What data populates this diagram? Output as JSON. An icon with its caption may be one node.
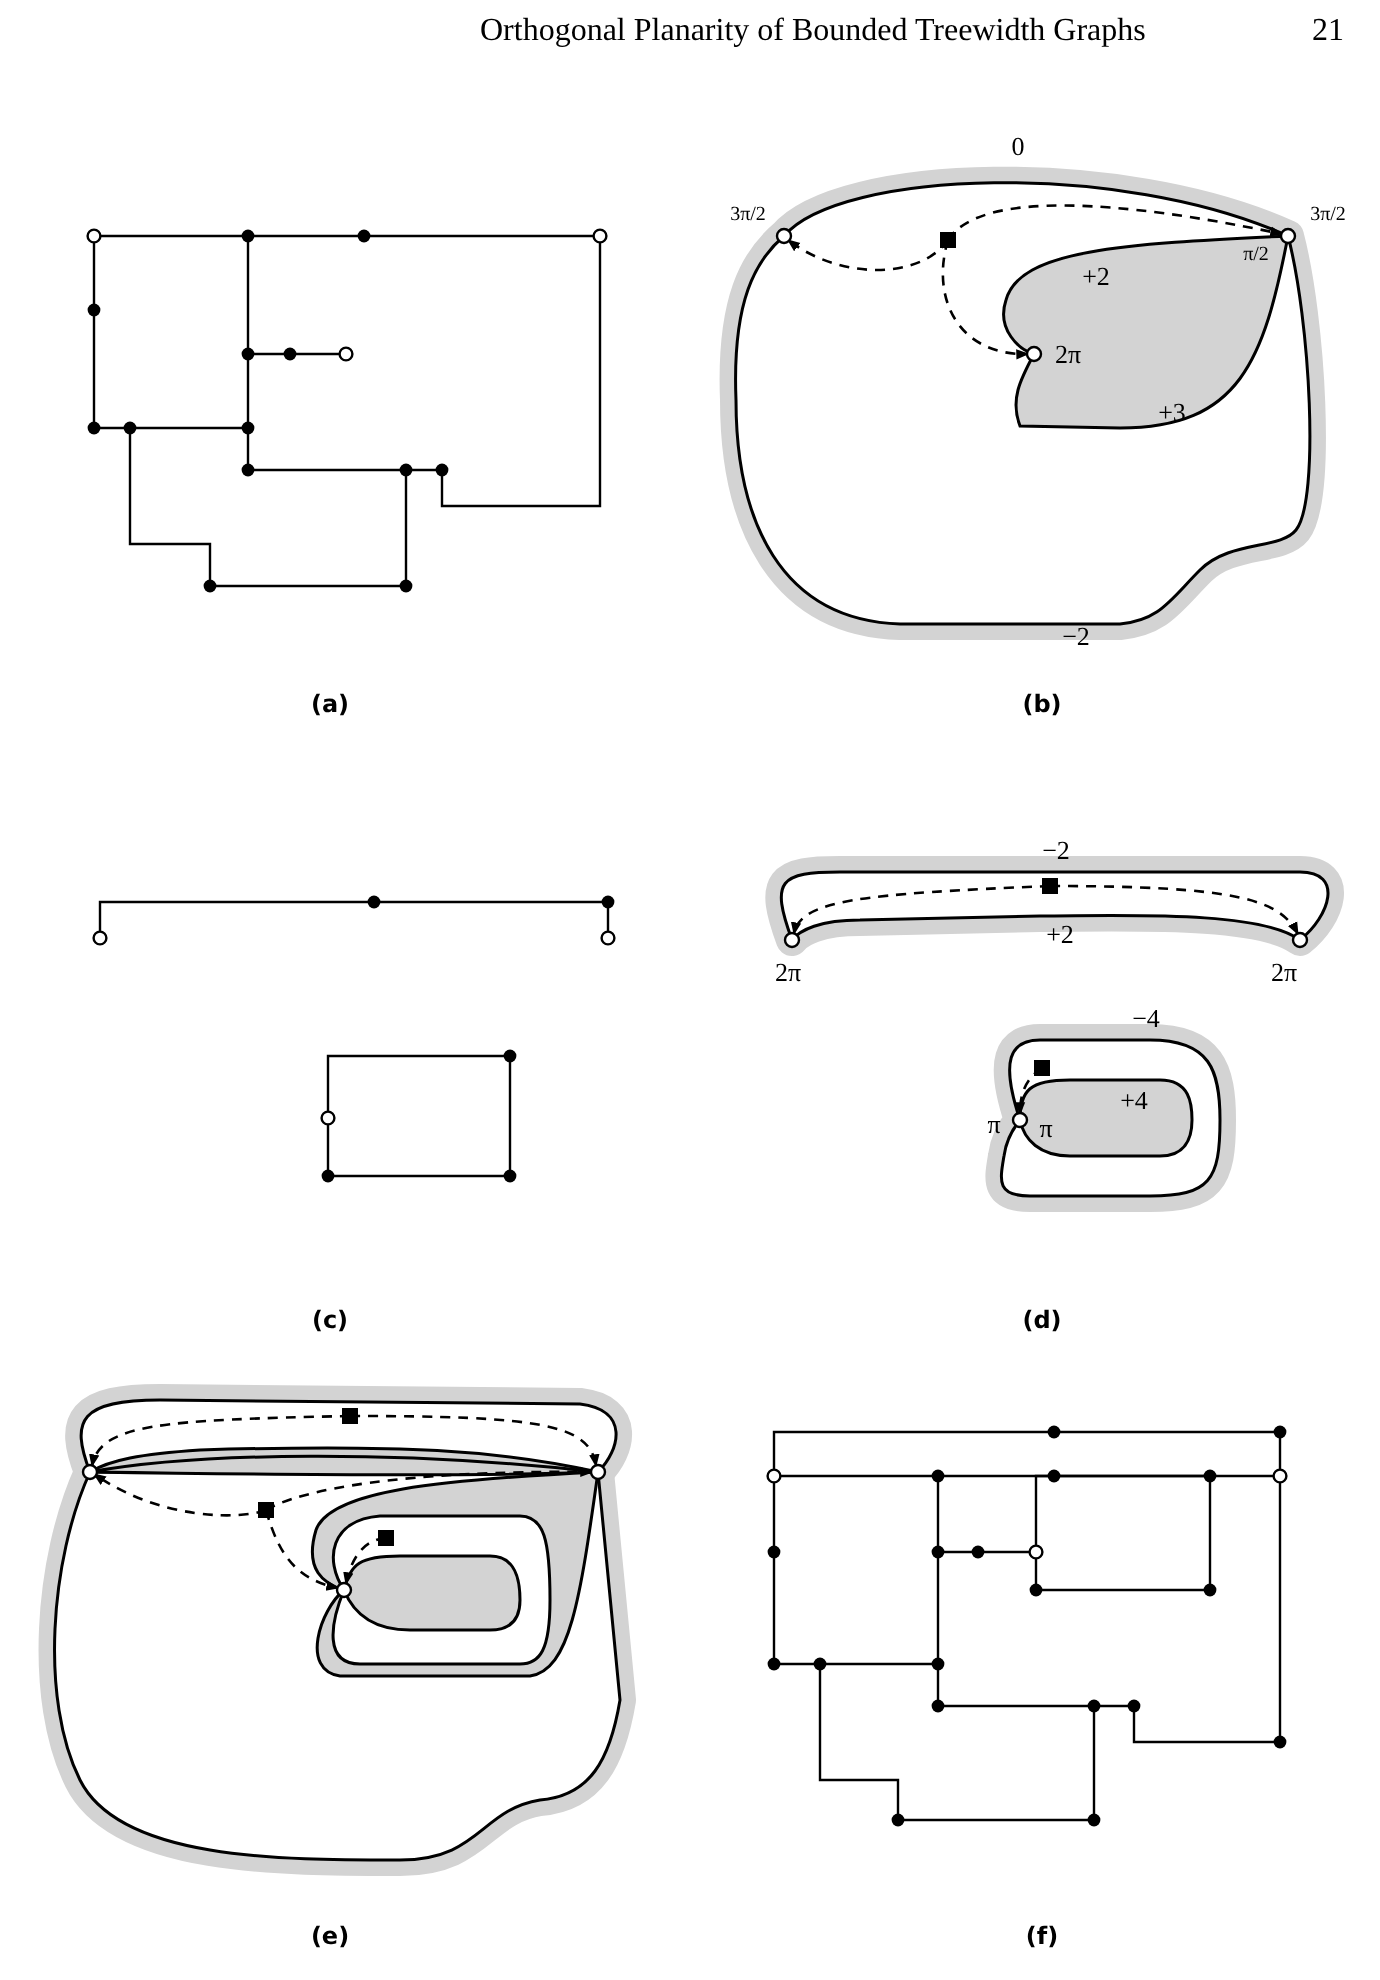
{
  "diagram": {
    "labels": [
      "Orthogonal Planarity of Bounded Treewidth Graphs",
      "21",
      "0",
      "3π/2",
      "3π/2",
      "π/2",
      "+2",
      "2π",
      "+3",
      "−2",
      "(a)",
      "(b)",
      "−2",
      "+2",
      "2π",
      "2π",
      "−4",
      "π",
      "π",
      "+4",
      "(c)",
      "(d)",
      "(e)",
      "(f)"
    ]
  }
}
